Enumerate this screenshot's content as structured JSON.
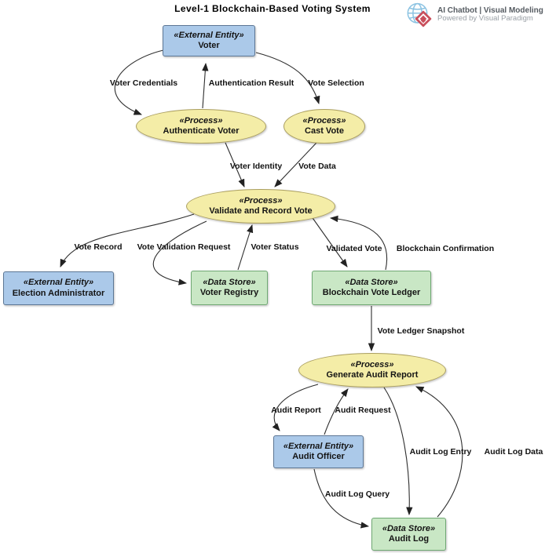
{
  "title": "Level-1 Blockchain-Based Voting System",
  "brand": {
    "line1": "AI Chatbot | Visual Modeling",
    "line2": "Powered by Visual Paradigm",
    "logo": "visual-paradigm-globe-icon"
  },
  "colors": {
    "external_entity_fill": "#abc9e9",
    "external_entity_border": "#5d7795",
    "process_fill": "#f4eda7",
    "process_border": "#ab9f60",
    "data_store_fill": "#c9e7c5",
    "data_store_border": "#6fa873",
    "edge": "#2e2e2e"
  },
  "nodes": [
    {
      "id": "voter",
      "type": "external-entity",
      "stereotype": "«External Entity»",
      "name": "Voter"
    },
    {
      "id": "authenticate-voter",
      "type": "process",
      "stereotype": "«Process»",
      "name": "Authenticate Voter"
    },
    {
      "id": "cast-vote",
      "type": "process",
      "stereotype": "«Process»",
      "name": "Cast Vote"
    },
    {
      "id": "validate-record-vote",
      "type": "process",
      "stereotype": "«Process»",
      "name": "Validate and Record Vote"
    },
    {
      "id": "election-administrator",
      "type": "external-entity",
      "stereotype": "«External Entity»",
      "name": "Election Administrator"
    },
    {
      "id": "voter-registry",
      "type": "data-store",
      "stereotype": "«Data Store»",
      "name": "Voter Registry"
    },
    {
      "id": "blockchain-vote-ledger",
      "type": "data-store",
      "stereotype": "«Data Store»",
      "name": "Blockchain Vote Ledger"
    },
    {
      "id": "generate-audit-report",
      "type": "process",
      "stereotype": "«Process»",
      "name": "Generate Audit Report"
    },
    {
      "id": "audit-officer",
      "type": "external-entity",
      "stereotype": "«External Entity»",
      "name": "Audit Officer"
    },
    {
      "id": "audit-log",
      "type": "data-store",
      "stereotype": "«Data Store»",
      "name": "Audit Log"
    }
  ],
  "edges": [
    {
      "id": "voter-credentials",
      "label": "Voter Credentials",
      "from": "voter",
      "to": "authenticate-voter"
    },
    {
      "id": "authentication-result",
      "label": "Authentication Result",
      "from": "authenticate-voter",
      "to": "voter"
    },
    {
      "id": "vote-selection",
      "label": "Vote Selection",
      "from": "voter",
      "to": "cast-vote"
    },
    {
      "id": "voter-identity",
      "label": "Voter Identity",
      "from": "authenticate-voter",
      "to": "validate-record-vote"
    },
    {
      "id": "vote-data",
      "label": "Vote Data",
      "from": "cast-vote",
      "to": "validate-record-vote"
    },
    {
      "id": "vote-record",
      "label": "Vote Record",
      "from": "validate-record-vote",
      "to": "election-administrator"
    },
    {
      "id": "vote-validation-request",
      "label": "Vote Validation Request",
      "from": "validate-record-vote",
      "to": "voter-registry"
    },
    {
      "id": "voter-status",
      "label": "Voter Status",
      "from": "voter-registry",
      "to": "validate-record-vote"
    },
    {
      "id": "validated-vote",
      "label": "Validated Vote",
      "from": "validate-record-vote",
      "to": "blockchain-vote-ledger"
    },
    {
      "id": "blockchain-confirmation",
      "label": "Blockchain Confirmation",
      "from": "blockchain-vote-ledger",
      "to": "validate-record-vote"
    },
    {
      "id": "vote-ledger-snapshot",
      "label": "Vote Ledger Snapshot",
      "from": "blockchain-vote-ledger",
      "to": "generate-audit-report"
    },
    {
      "id": "audit-report",
      "label": "Audit Report",
      "from": "generate-audit-report",
      "to": "audit-officer"
    },
    {
      "id": "audit-request",
      "label": "Audit Request",
      "from": "audit-officer",
      "to": "generate-audit-report"
    },
    {
      "id": "audit-log-entry",
      "label": "Audit Log Entry",
      "from": "generate-audit-report",
      "to": "audit-log"
    },
    {
      "id": "audit-log-data",
      "label": "Audit Log Data",
      "from": "audit-log",
      "to": "generate-audit-report"
    },
    {
      "id": "audit-log-query",
      "label": "Audit Log Query",
      "from": "audit-officer",
      "to": "audit-log"
    }
  ]
}
